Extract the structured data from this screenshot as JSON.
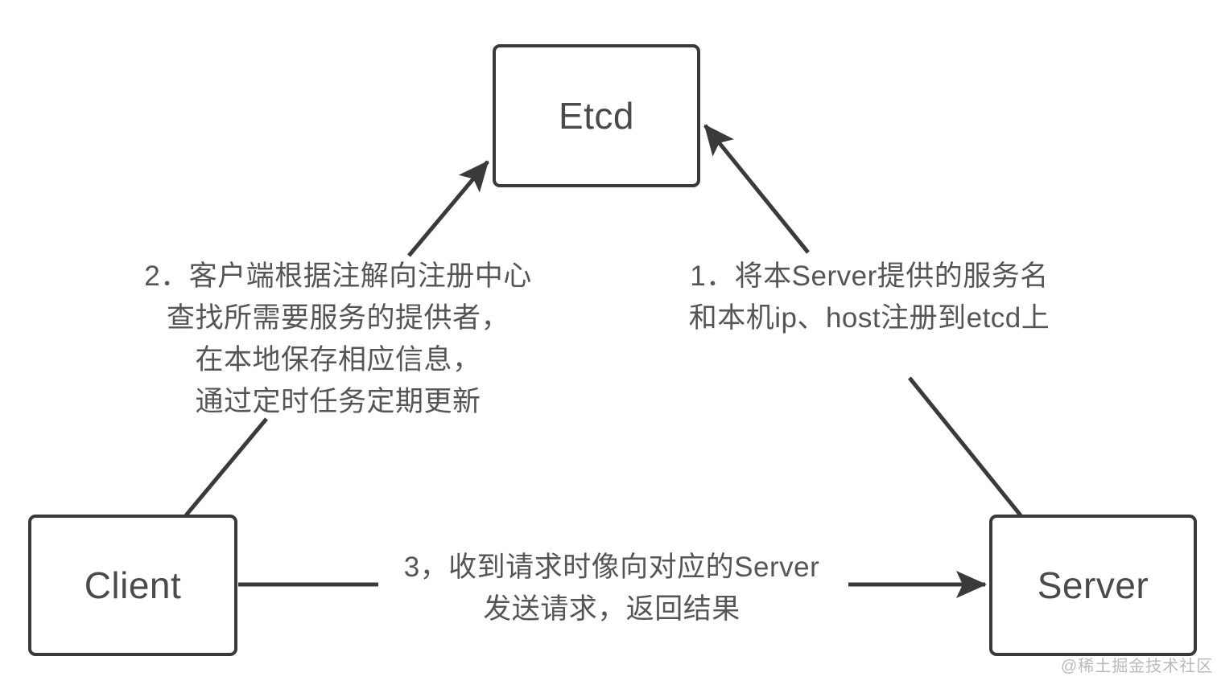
{
  "diagram": {
    "title": "Etcd service registration and discovery flow",
    "background_color": "#ffffff",
    "stroke_color": "#3a3a3a",
    "text_color": "#555555",
    "nodes": [
      {
        "id": "etcd",
        "label": "Etcd"
      },
      {
        "id": "client",
        "label": "Client"
      },
      {
        "id": "server",
        "label": "Server"
      }
    ],
    "edges": [
      {
        "id": "server-to-etcd",
        "from": "server",
        "to": "etcd",
        "step": "1",
        "label": "1．将本Server提供的服务名\n和本机ip、host注册到etcd上"
      },
      {
        "id": "client-to-etcd",
        "from": "client",
        "to": "etcd",
        "step": "2",
        "label": "2．客户端根据注解向注册中心\n查找所需要服务的提供者，\n在本地保存相应信息，\n通过定时任务定期更新"
      },
      {
        "id": "client-to-server",
        "from": "client",
        "to": "server",
        "step": "3",
        "label": "3，收到请求时像向对应的Server\n发送请求，返回结果"
      }
    ]
  },
  "watermark": {
    "text": "@稀土掘金技术社区"
  }
}
